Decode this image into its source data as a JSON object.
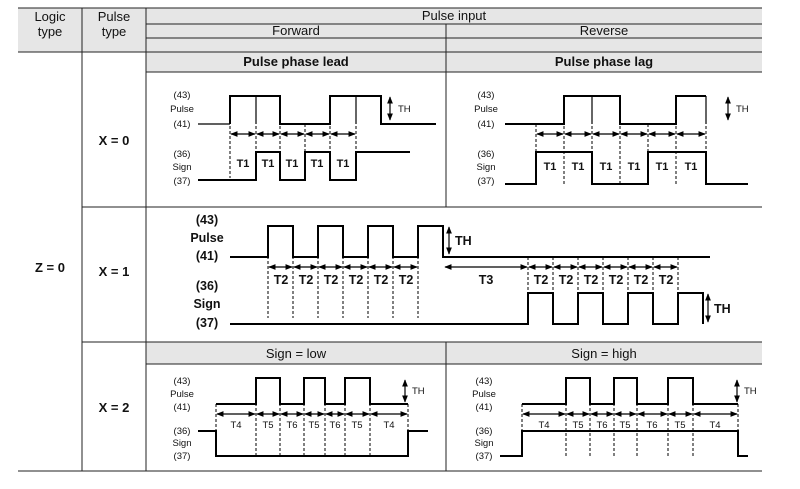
{
  "table": {
    "col_logic": [
      "Logic",
      "type"
    ],
    "col_pulse": [
      "Pulse",
      "type"
    ],
    "col_input": "Pulse input",
    "forward": "Forward",
    "reverse": "Reverse",
    "logic_value": "Z = 0"
  },
  "rows": [
    {
      "pulse_type": "X = 0",
      "sub_forward": "Pulse phase lead",
      "sub_reverse": "Pulse phase lag",
      "pulse_label": [
        "(43)",
        "Pulse",
        "(41)"
      ],
      "sign_label": [
        "(36)",
        "Sign",
        "(37)"
      ],
      "th": "TH",
      "timing_forward": [
        "T1",
        "T1",
        "T1",
        "T1",
        "T1"
      ],
      "timing_reverse": [
        "T1",
        "T1",
        "T1",
        "T1",
        "T1",
        "T1"
      ]
    },
    {
      "pulse_type": "X = 1",
      "pulse_label": [
        "(43)",
        "Pulse",
        "(41)"
      ],
      "sign_label": [
        "(36)",
        "Sign",
        "(37)"
      ],
      "th": "TH",
      "timing_forward": [
        "T2",
        "T2",
        "T2",
        "T2",
        "T2",
        "T2"
      ],
      "gap": "T3",
      "timing_reverse": [
        "T2",
        "T2",
        "T2",
        "T2",
        "T2",
        "T2"
      ]
    },
    {
      "pulse_type": "X = 2",
      "sub_forward": "Sign = low",
      "sub_reverse": "Sign = high",
      "pulse_label": [
        "(43)",
        "Pulse",
        "(41)"
      ],
      "sign_label": [
        "(36)",
        "Sign",
        "(37)"
      ],
      "th": "TH",
      "timing": [
        "T4",
        "T5",
        "T6",
        "T5",
        "T6",
        "T5",
        "T4"
      ]
    }
  ]
}
